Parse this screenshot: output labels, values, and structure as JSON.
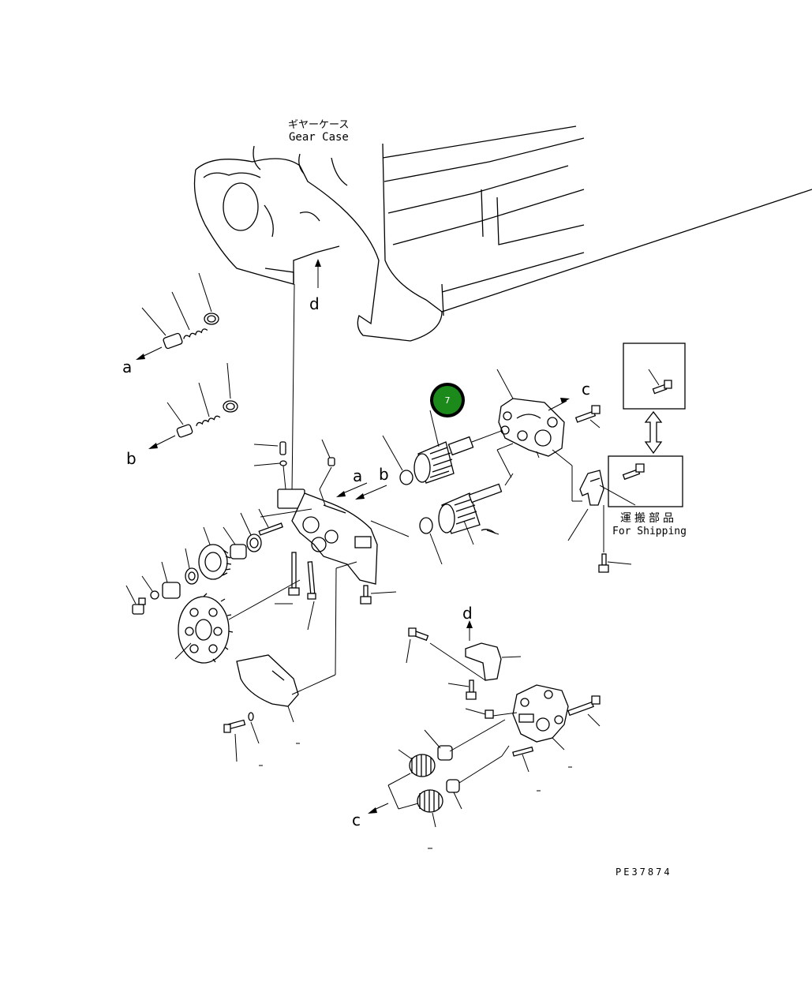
{
  "diagram": {
    "gear_case_label_jp": "ギヤーケース",
    "gear_case_label_en": "Gear Case",
    "shipping_label_jp": "運搬部品",
    "shipping_label_en": "For Shipping",
    "drawing_code": "PE37874",
    "callout_badge": {
      "number": "7",
      "color": "#1b8a1b"
    },
    "refs": {
      "a": "a",
      "b": "b",
      "c": "c",
      "d": "d"
    }
  }
}
